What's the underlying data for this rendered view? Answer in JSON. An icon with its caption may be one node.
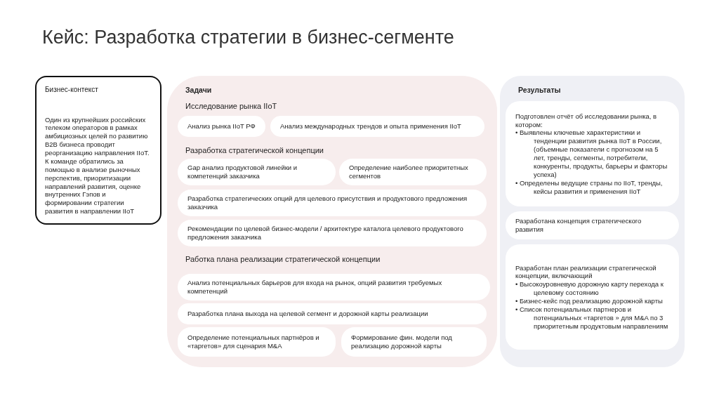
{
  "diagram": {
    "title": "Кейс: Разработка стратегии в бизнес-сегменте",
    "nodes": [
      {
        "text": [
          "Бизнес-контекст",
          "Один из крупнейших российских телеком операторов в рамках амбициозных целей по развитию B2B бизнеса проводит реорганизацию направления IIoT. К команде обратились за помощью в анализе рыночных перспектив, приоритизации направлений развития, оценке внутренних Гэпов и формировании стратегии развития в направлении IIoT"
        ]
      },
      {
        "text": [
          "Задачи",
          "Исследование рынка IIoT",
          "Разработка стратегической концепции",
          "Работка плана реализации стратегической концепции"
        ]
      },
      {
        "text": [
          "Анализ рынка IIoT РФ"
        ],
        "in": 1
      },
      {
        "text": [
          "Анализ международных трендов и опыта применения IIoT"
        ],
        "in": 1
      },
      {
        "text": [
          "Gap анализ продуктовой линейки и компетенций заказчика"
        ],
        "in": 1
      },
      {
        "text": [
          "Определение наиболее приоритетных сегментов"
        ],
        "in": 1
      },
      {
        "text": [
          "Разработка стратегических опций для целевого присутствия и продуктового предложения заказчика"
        ],
        "in": 1
      },
      {
        "text": [
          "Рекомендации по целевой бизнес-модели / архитектуре каталога целевого продуктового предложения заказчика"
        ],
        "in": 1
      },
      {
        "text": [
          "Анализ потенциальных барьеров для входа на рынок, опций развития требуемых компетенций"
        ],
        "in": 1
      },
      {
        "text": [
          "Разработка плана выхода на целевой сегмент и дорожной карты реализации"
        ],
        "in": 1
      },
      {
        "text": [
          "Определение потенциальных партнёров и «таргетов» для сценария M&A"
        ],
        "in": 1
      },
      {
        "text": [
          "Формирование фин. модели под реализацию дорожной карты"
        ],
        "in": 1
      },
      {
        "text": [
          "Результаты"
        ]
      },
      {
        "text": [
          "Подготовлен отчёт об исследовании рынка, в котором:",
          "• Выявлены ключевые характеристики и тенденции развития рынка IIoT в России, (объемные показатели с прогнозом на 5 лет, тренды, сегменты, потребители, конкуренты, продукты, барьеры и факторы успеха)",
          "• Определены ведущие страны по IIoT, тренды, кейсы развития и применения IIoT"
        ],
        "in": 12
      },
      {
        "text": [
          "Разработана концепция стратегического развития"
        ],
        "in": 12
      },
      {
        "text": [
          "Разработан план реализации стратегической концепции, включающий",
          "• Высокоуровневую дорожную карту перехода к целевому состоянию",
          "• Бизнес-кейс под реализацию дорожной карты",
          "• Список потенциальных партнеров и потенциальных «таргетов » для M&A по 3 приоритетным продуктовым направлениям"
        ],
        "in": 12
      }
    ]
  }
}
